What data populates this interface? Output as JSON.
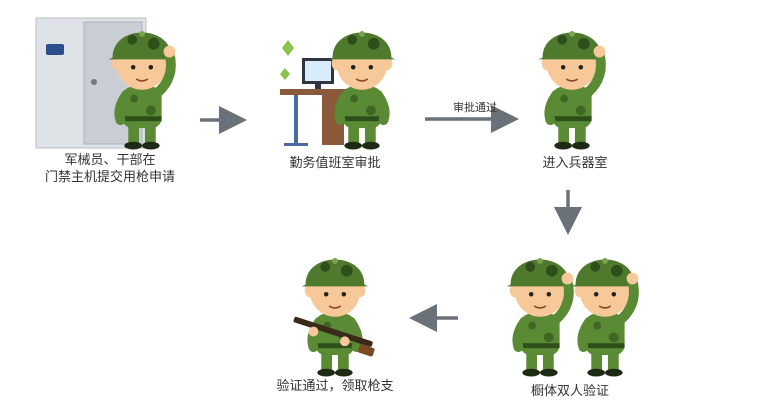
{
  "steps": [
    {
      "caption": "军械员、干部在\n门禁主机提交用枪申请"
    },
    {
      "caption": "勤务值班室审批"
    },
    {
      "caption": "进入兵器室"
    },
    {
      "caption": "橱体双人验证"
    },
    {
      "caption": "验证通过，领取枪支"
    }
  ],
  "arrows": [
    {
      "label": ""
    },
    {
      "label": "审批通过"
    },
    {
      "label": ""
    },
    {
      "label": ""
    }
  ],
  "colors": {
    "helmet": "#4f7a2e",
    "helmet_dark": "#2f4f1a",
    "uniform": "#5b8a34",
    "skin": "#f6c89a",
    "arrow": "#6b7179",
    "cabinet": "#dfe3e8",
    "cabinet_door": "#c9ced4",
    "desk": "#8a5a3a",
    "monitor_screen": "#d8ecfb"
  },
  "icons": [
    "gun-cabinet-icon",
    "soldier-icon",
    "computer-desk-icon",
    "rifle-icon"
  ]
}
